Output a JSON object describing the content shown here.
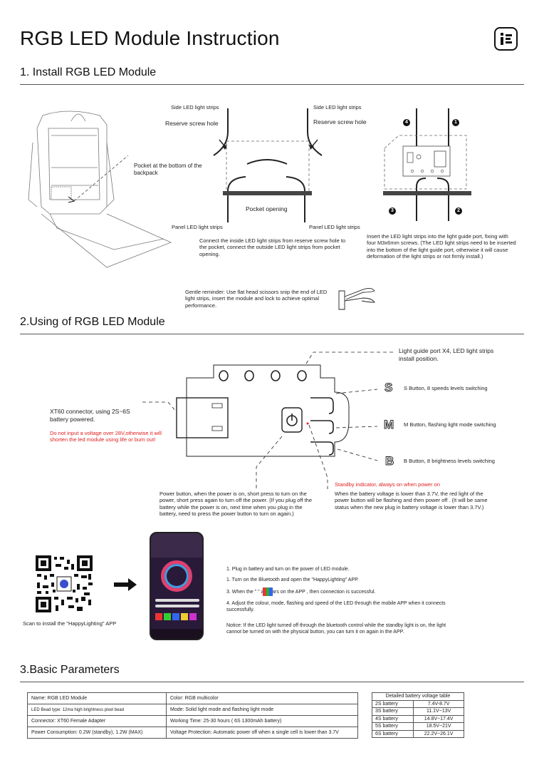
{
  "page": {
    "title": "RGB LED Module Instruction"
  },
  "section1": {
    "heading": "1. Install RGB LED Module",
    "pocket_label": "Pocket at the bottom of the backpack",
    "side_left": "Side LED light strips",
    "side_right": "Side LED light strips",
    "reserve_left": "Reserve screw hole",
    "reserve_right": "Reserve screw hole",
    "pocket_opening": "Pocket opening",
    "panel_left": "Panel LED light strips",
    "panel_right": "Panel LED light strips",
    "connect_note": "Connect the inside LED light strips from reserve screw hole to the pocket, connect the outside LED light strips from pocket opening.",
    "insert_note": "Insert the LED light strips into the light guide port, fixing with four M3x6mm screws. (The LED light strips need to be inserted into the bottom of the light guide port, otherwise it will cause deformation of the light strips or not firmly install.)",
    "gentle_reminder": "Gentle reminder:  Use flat head scissors snip the end of LED light strips, insert the module and lock to achieve optimal performance.",
    "port_numbers": [
      "4",
      "1",
      "3",
      "2"
    ]
  },
  "section2": {
    "heading": "2.Using of RGB LED Module",
    "light_guide": "Light guide port X4, LED light strips install position.",
    "xt60": "XT60 connector, using 2S~6S battery powered.",
    "warning": "Do not input a voltage over 28V,otherwise it will shorten the led module using life or burn out!",
    "s_letter": "S",
    "m_letter": "M",
    "b_letter": "B",
    "s_desc": "S Button, 8 speeds levels switching",
    "m_desc": "M Button, flashing light mode switching",
    "b_desc": "B Button, 8 brightness levels switching",
    "standby": "Standby indicator, always on when power on",
    "power_desc": "Power button, when the power is on, short press to turn on the power, short press again to turn off the power. (If you plug off the battery while the power is on, next time when you plug in the battery, need to press the power button to turn on again.)",
    "voltage_desc": "When the battery voltage is lower than 3.7V, the red light of the power button will be flashing and then power off . (It will be same status when the new plug in battery voltage is lower than 3.7V.)",
    "scan_label": "Scan to install the \"HappyLighting\" APP",
    "steps": [
      "1. Plug in battery and turn on the power of LED module.",
      "1. Turn on the Bluetooth and open the \"HappyLighting\" APP.",
      "3. When the \"       \" appears on the APP , then connection is successful.",
      "4. Adjust the colour, mode, flashing and speed of the LED through the mobile APP when it connects successfully."
    ],
    "notice": "Notice: If the LED light turned off through the bluetooth control while the standby light is on, the light cannot be turned on with the physical button, you can turn it on again in the APP."
  },
  "section3": {
    "heading": "3.Basic Parameters",
    "params": [
      [
        "Name:  RGB LED Module",
        "Color:  RGB multicolor"
      ],
      [
        "LED Bead type:  12ma high brightness pixel bead",
        "Mode:  Solid light mode and flashing light mode"
      ],
      [
        "Connector:  XT60 Female Adapter",
        "Working Time: 25-30 hours ( 6S 1300mAh battery)"
      ],
      [
        "Power Consumption:  0.2W (standby), 1.2W (MAX)",
        "Voltage Protection:  Automatic power off when a single cell is lower than 3.7V"
      ]
    ],
    "voltage_table_title": "Detailed battery voltage table",
    "voltage_rows": [
      [
        "2S battery",
        "7.4V-8.7V"
      ],
      [
        "3S battery",
        "11.1V~13V"
      ],
      [
        "4S battery",
        "14.8V~17.4V"
      ],
      [
        "5S battery",
        "18.5V~21V"
      ],
      [
        "6S battery",
        "22.2V~26.1V"
      ]
    ]
  },
  "colors": {
    "warning": "#e02020",
    "line": "#111111"
  }
}
